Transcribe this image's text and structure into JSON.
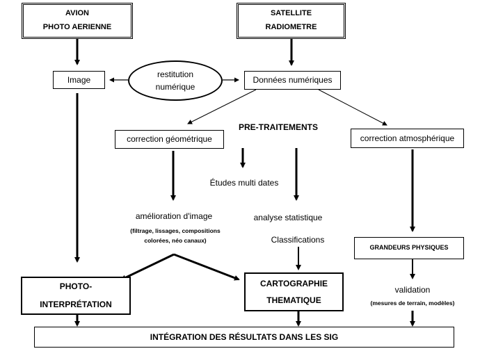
{
  "nodes": {
    "avion": {
      "line1": "AVION",
      "line2": "PHOTO AERIENNE"
    },
    "satellite": {
      "line1": "SATELLITE",
      "line2": "RADIOMETRE"
    },
    "image": "Image",
    "restitution": {
      "line1": "restitution",
      "line2": "numérique"
    },
    "donnees": "Données numériques",
    "pretraitements": "PRE-TRAITEMENTS",
    "correction_geo": "correction géométrique",
    "correction_atmo": "correction atmosphérique",
    "etudes": "Études multi dates",
    "amelioration": {
      "title": "amélioration d'image",
      "note1": "(filtrage, lissages, compositions",
      "note2": "colorées, néo canaux)"
    },
    "analyse": "analyse statistique",
    "classifications": "Classifications",
    "grandeurs": "GRANDEURS PHYSIQUES",
    "photo_interp": {
      "line1": "PHOTO-",
      "line2": "INTERPRÉTATION"
    },
    "cartographie": {
      "line1": "CARTOGRAPHIE",
      "line2": "THEMATIQUE"
    },
    "validation": {
      "title": "validation",
      "note": "(mesures de terrain, modèles)"
    },
    "integration": "INTÉGRATION DES RÉSULTATS DANS LES SIG"
  }
}
